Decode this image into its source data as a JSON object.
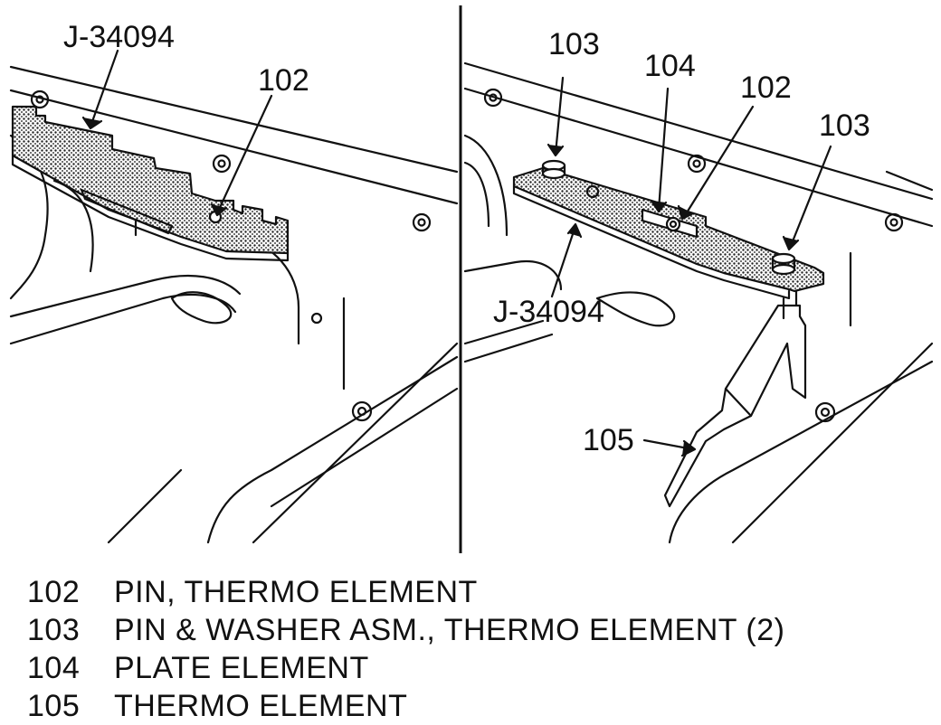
{
  "callouts": {
    "left_tool": "J-34094",
    "left_pin": "102",
    "right_pin_washer_left": "103",
    "right_plate": "104",
    "right_pin": "102",
    "right_pin_washer_right": "103",
    "right_tool": "J-34094",
    "right_thermo": "105"
  },
  "legend": [
    {
      "number": "102",
      "description": "PIN, THERMO ELEMENT"
    },
    {
      "number": "103",
      "description": "PIN & WASHER ASM., THERMO ELEMENT (2)"
    },
    {
      "number": "104",
      "description": "PLATE ELEMENT"
    },
    {
      "number": "105",
      "description": "THERMO ELEMENT"
    }
  ]
}
